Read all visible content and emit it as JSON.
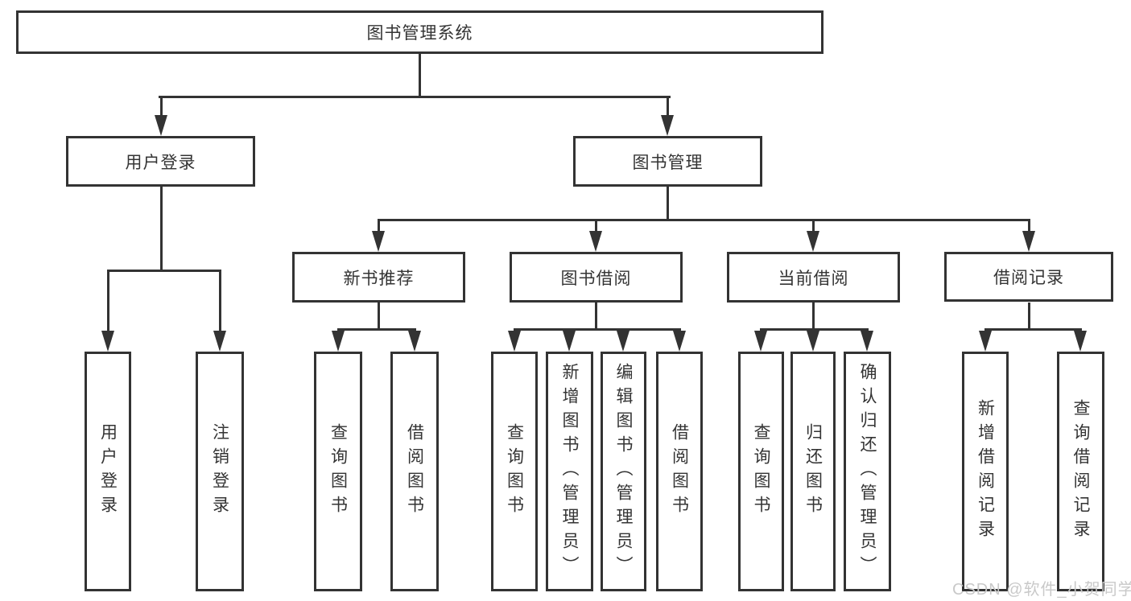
{
  "diagram": {
    "type": "hierarchy-tree",
    "orientation": "top-down",
    "leaf_text_direction": "vertical"
  },
  "tree": {
    "label": "图书管理系统",
    "children": [
      {
        "label": "用户登录",
        "children": [
          {
            "label": "用户登录"
          },
          {
            "label": "注销登录"
          }
        ]
      },
      {
        "label": "图书管理",
        "children": [
          {
            "label": "新书推荐",
            "children": [
              {
                "label": "查询图书"
              },
              {
                "label": "借阅图书"
              }
            ]
          },
          {
            "label": "图书借阅",
            "children": [
              {
                "label": "查询图书"
              },
              {
                "label": "新增图书（管理员）"
              },
              {
                "label": "编辑图书（管理员）"
              },
              {
                "label": "借阅图书"
              }
            ]
          },
          {
            "label": "当前借阅",
            "children": [
              {
                "label": "查询图书"
              },
              {
                "label": "归还图书"
              },
              {
                "label": "确认归还（管理员）"
              }
            ]
          },
          {
            "label": "借阅记录",
            "children": [
              {
                "label": "新增借阅记录"
              },
              {
                "label": "查询借阅记录"
              }
            ]
          }
        ]
      }
    ]
  },
  "watermark": {
    "text": "CSDN @软件_小贺同学",
    "color": "#c9c9c9"
  },
  "colors": {
    "line": "#333333",
    "text": "#343434",
    "background": "#ffffff"
  }
}
